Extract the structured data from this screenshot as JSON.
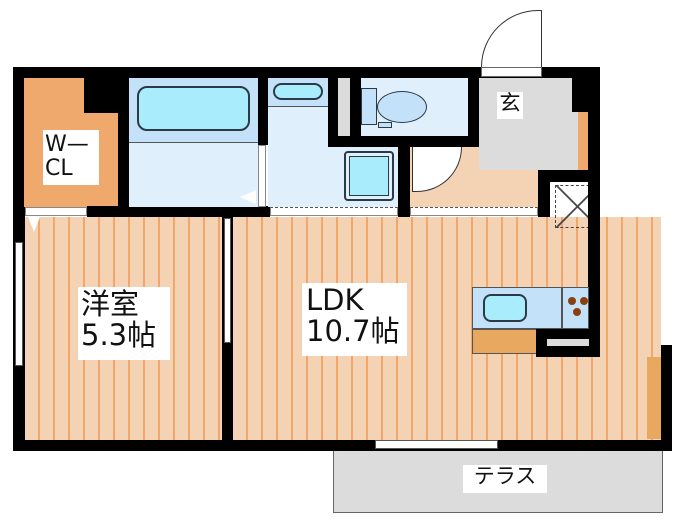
{
  "floor_plan": {
    "rooms": {
      "walk_in_closet": {
        "label_line1": "W—",
        "label_line2": "CL"
      },
      "western_room": {
        "label_line1": "洋室",
        "label_line2": "5.3帖"
      },
      "ldk": {
        "label_line1": "LDK",
        "label_line2": "10.7帖"
      },
      "entrance": {
        "label": "玄"
      },
      "terrace": {
        "label": "テラス"
      }
    },
    "colors": {
      "wall": "#000000",
      "flooring": "#f3d3b4",
      "flooring_stripe": "#f2a66a",
      "wet_area": "#dff0fc",
      "fixture": "#a9ecfb",
      "storage": "#f0a96c",
      "entrance_terrace": "#dcdcdc"
    }
  }
}
